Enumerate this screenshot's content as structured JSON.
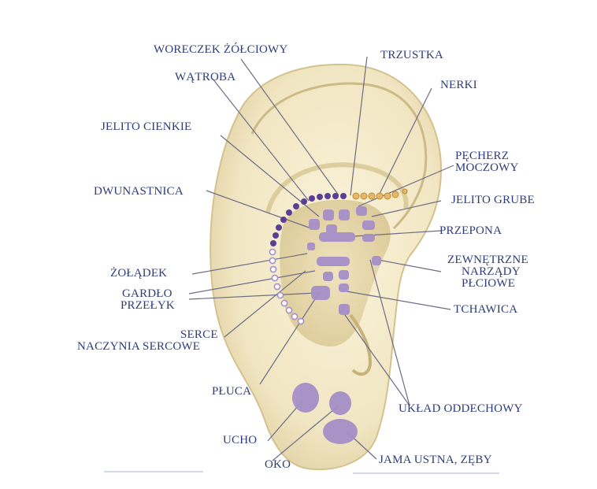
{
  "labels": {
    "woreczek": "WORECZEK ŻÓŁCIOWY",
    "trzustka": "TRZUSTKA",
    "watroba": "WĄTROBA",
    "nerki": "NERKI",
    "jelito_cienkie": "JELITO CIENKIE",
    "pecherz_line1": "PĘCHERZ",
    "pecherz_line2": "MOCZOWY",
    "dwunastnica": "DWUNASTNICA",
    "jelito_grube": "JELITO GRUBE",
    "przepona": "PRZEPONA",
    "zewn_line1": "ZEWNĘTRZNE",
    "zewn_line2": "NARZĄDY",
    "zewn_line3": "PŁCIOWE",
    "zoladek": "ŻOŁĄDEK",
    "gardlo": "GARDŁO",
    "przelyk": "PRZEŁYK",
    "tchawica": "TCHAWICA",
    "serce": "SERCE",
    "naczynia": "NACZYNIA SERCOWE",
    "pluca": "PŁUCA",
    "uklad": "UKŁAD ODDECHOWY",
    "ucho": "UCHO",
    "oko": "OKO",
    "jama": "JAMA USTNA, ZĘBY"
  },
  "colors": {
    "skin": "#f4ebcb",
    "skin_shadow": "#d8c89a",
    "spot": "#a58fc8",
    "spot_dark": "#5b3f95",
    "spot_orange": "#e3a955",
    "line": "#6c6c86",
    "text": "#2f3b78"
  }
}
